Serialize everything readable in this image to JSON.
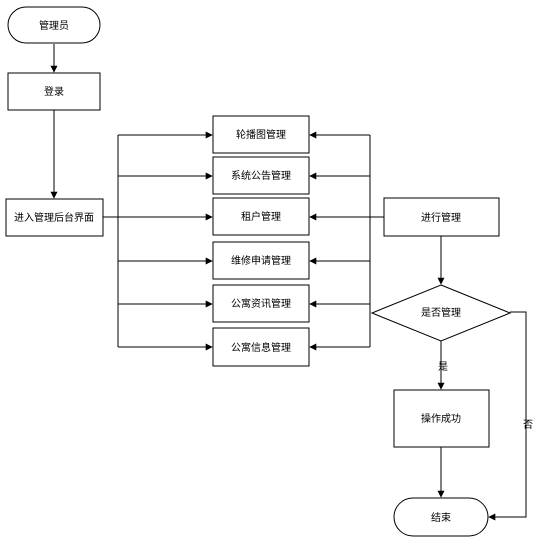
{
  "diagram": {
    "nodes": {
      "admin": "管理员",
      "login": "登录",
      "backend": "进入管理后台界面",
      "carousel": "轮播图管理",
      "notice": "系统公告管理",
      "tenant": "租户管理",
      "repair": "维修申请管理",
      "news": "公寓资讯管理",
      "info": "公寓信息管理",
      "manage": "进行管理",
      "decide": "是否管理",
      "success": "操作成功",
      "end": "结束"
    },
    "edge_labels": {
      "yes": "是",
      "no": "否"
    }
  }
}
